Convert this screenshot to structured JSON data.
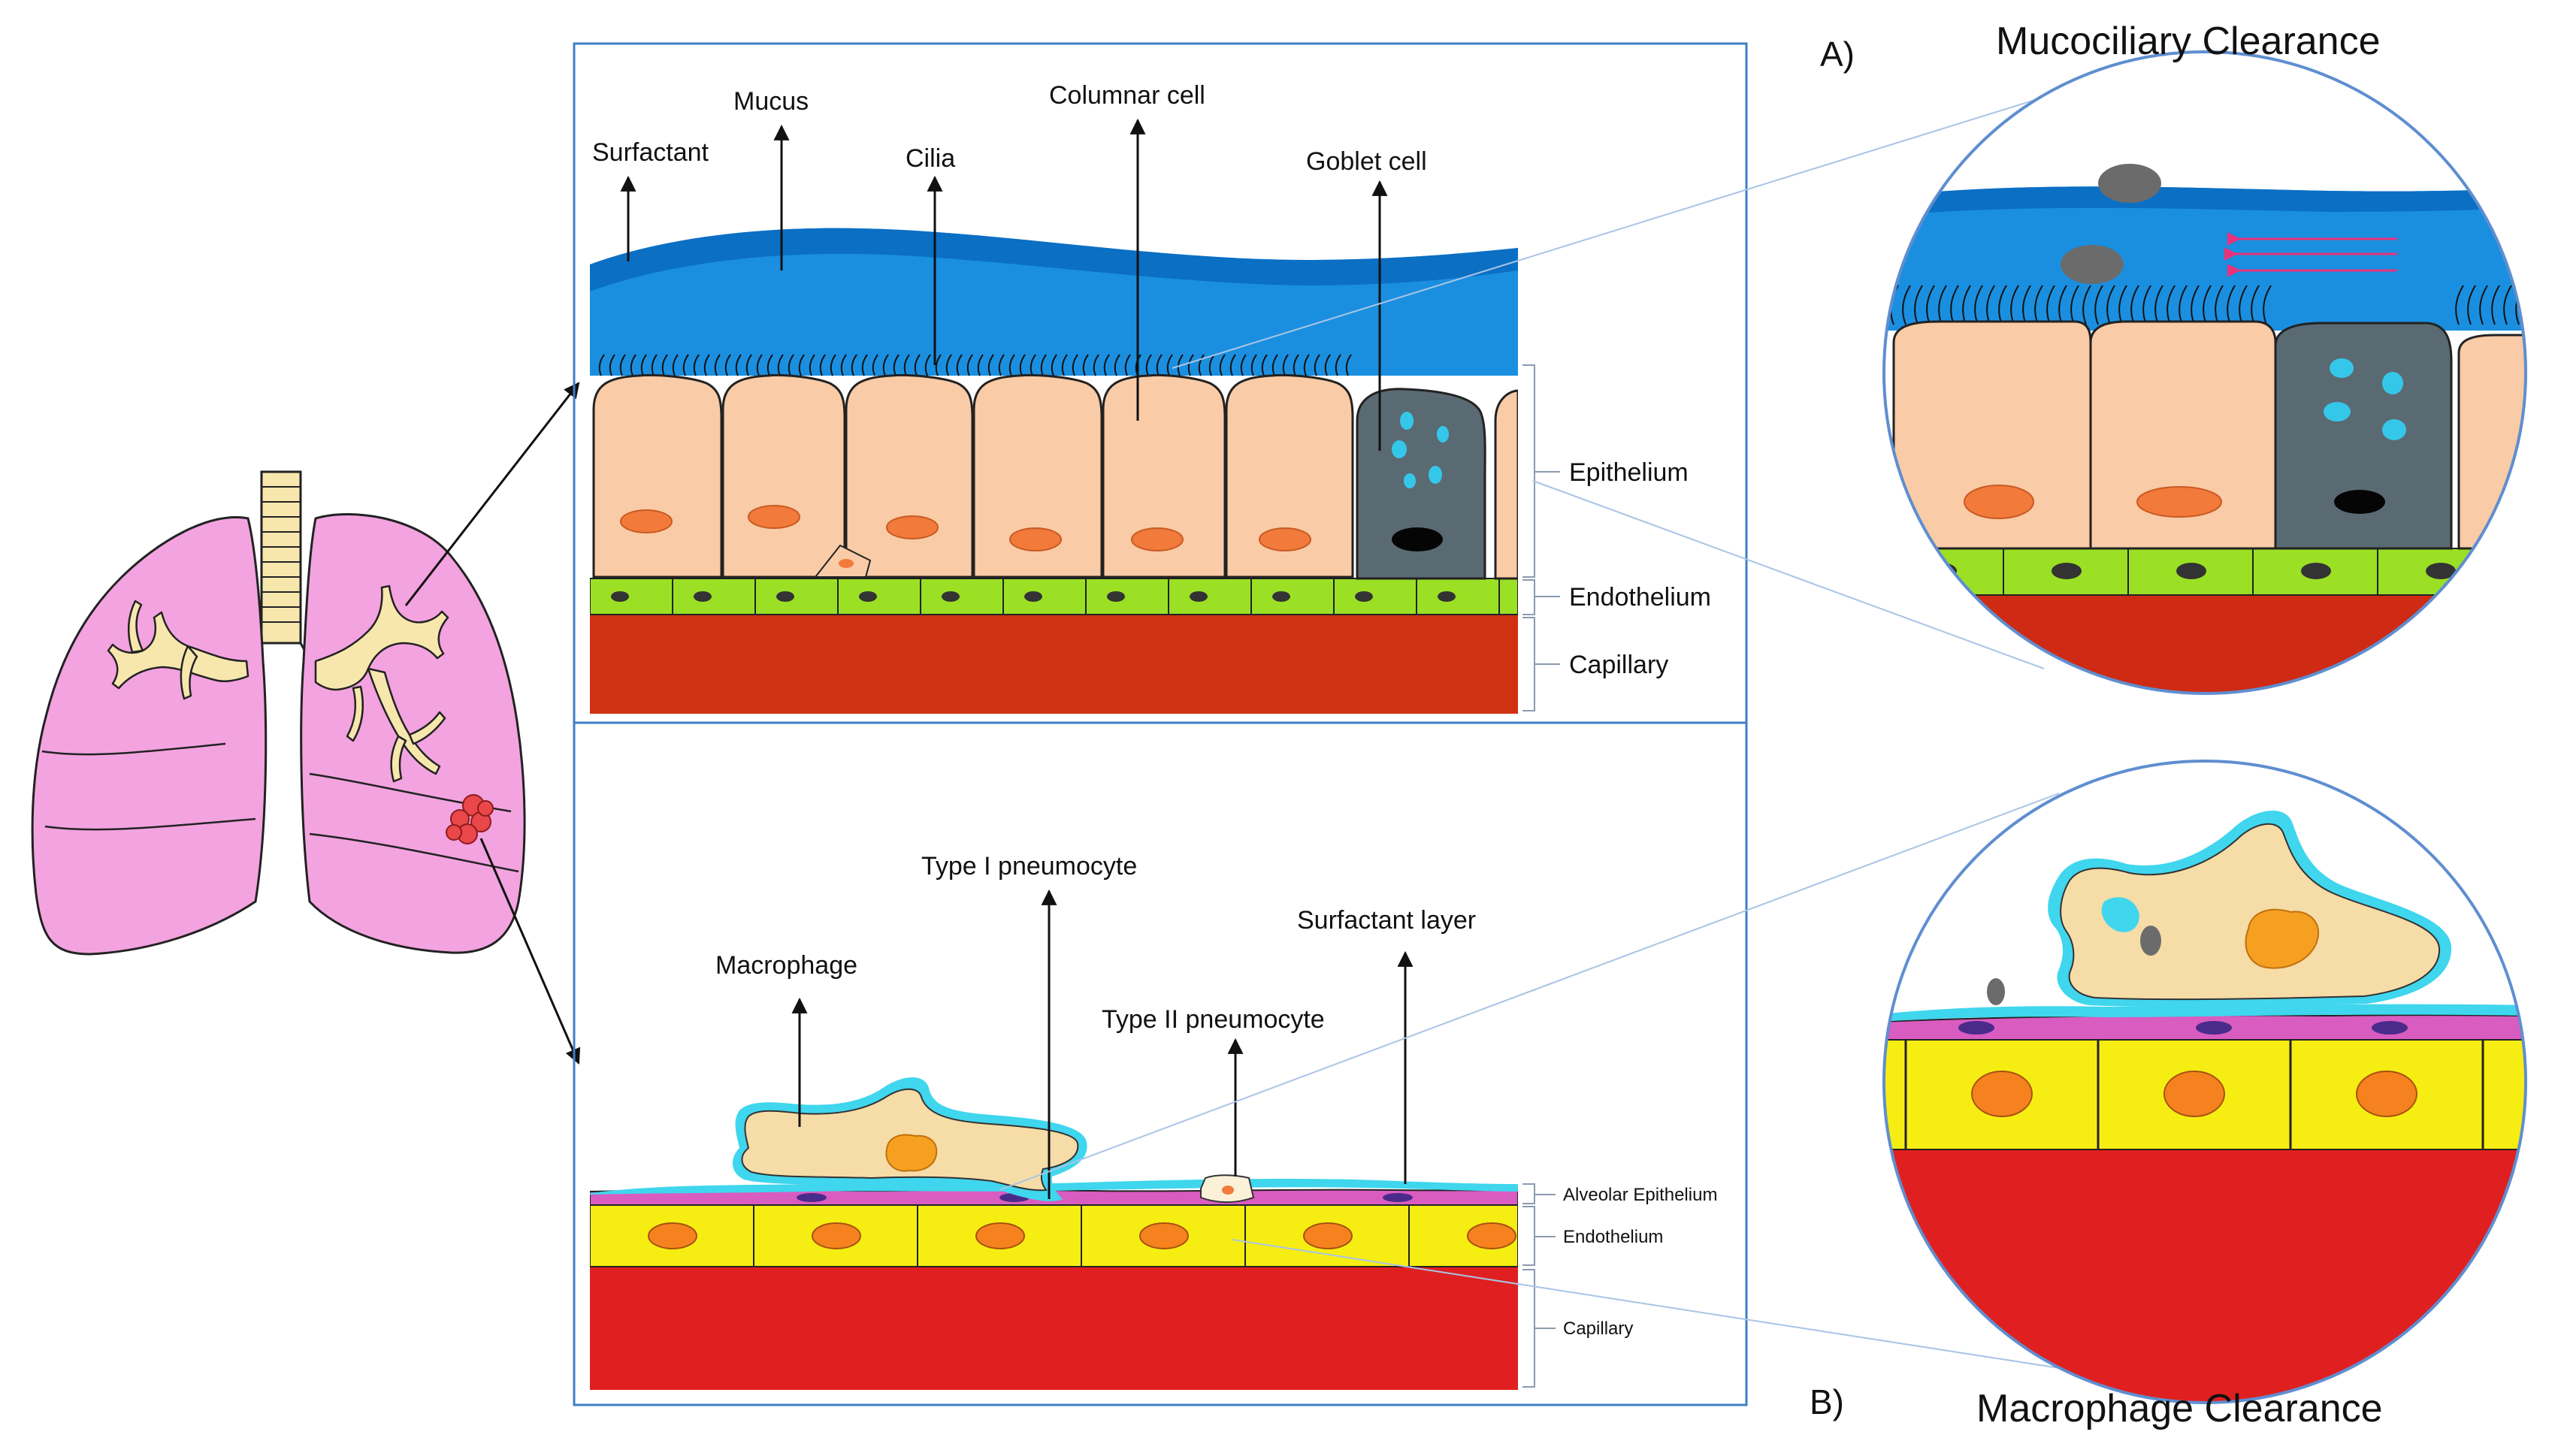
{
  "colors": {
    "mucus": "#1a8fe0",
    "mucus_dark": "#0b6fc4",
    "epithelial_cell": "#f9cba6",
    "nucleus": "#f27a3a",
    "goblet_cell": "#5a6a72",
    "granule": "#35c7ea",
    "endothelium_green": "#9be024",
    "capillary_upper": "#cf3212",
    "capillary_lower": "#e02020",
    "endothelium_yellow": "#f6ee12",
    "alveolar_epithelium": "#d95cc0",
    "surfactant": "#3fd6ee",
    "macrophage": "#f6dca6",
    "macrophage_nucleus": "#f5a020",
    "lung": "#f3a3e0",
    "bronchi": "#f7e7ad",
    "tumor": "#e9474a",
    "panel_border": "#3f7ec6",
    "arrow_pink": "#e8327a"
  },
  "icons": [
    "lungs-illustration",
    "trachea",
    "bronchial-tree",
    "tumor-nodule"
  ],
  "top_panel": {
    "labels": {
      "surfactant": "Surfactant",
      "mucus": "Mucus",
      "cilia": "Cilia",
      "columnar_cell": "Columnar cell",
      "goblet_cell": "Goblet cell"
    },
    "layers": {
      "epithelium": "Epithelium",
      "endothelium": "Endothelium",
      "capillary": "Capillary"
    }
  },
  "bottom_panel": {
    "labels": {
      "type1": "Type I pneumocyte",
      "macrophage": "Macrophage",
      "type2": "Type II pneumocyte",
      "surfactant_layer": "Surfactant layer"
    },
    "layers": {
      "alveolar_epithelium": "Alveolar Epithelium",
      "endothelium": "Endothelium",
      "capillary": "Capillary"
    }
  },
  "zoom_a": {
    "letter": "A)",
    "title": "Mucociliary Clearance"
  },
  "zoom_b": {
    "letter": "B)",
    "title": "Macrophage Clearance"
  }
}
